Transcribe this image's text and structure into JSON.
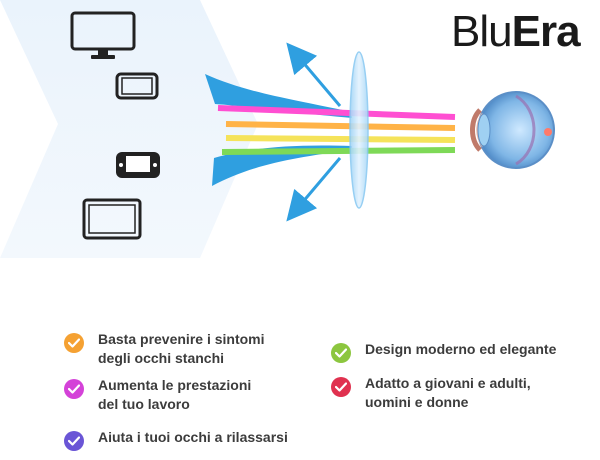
{
  "brand": {
    "part1": "Blu",
    "part2": "Era"
  },
  "features": [
    {
      "lines": [
        "Basta prevenire i sintomi",
        "degli occhi stanchi"
      ],
      "color": "#f5a132"
    },
    {
      "lines": [
        "Aumenta le prestazioni",
        "del tuo lavoro"
      ],
      "color": "#d442d8"
    },
    {
      "lines": [
        "Aiuta i tuoi occhi a rilassarsi"
      ],
      "color": "#6a55d6"
    },
    {
      "lines": [
        "Design moderno ed elegante"
      ],
      "color": "#8cc63f"
    },
    {
      "lines": [
        "Adatto a giovani e adulti,",
        "uomini e donne"
      ],
      "color": "#e0314f"
    }
  ],
  "colors": {
    "chevron_bg": "#e9f2fb",
    "blue_light": "#2f9fe0",
    "ray_pink": "#ff4fd2",
    "ray_orange": "#ffb347",
    "ray_yellow": "#f5e35a",
    "ray_green": "#7ed957",
    "lens": "#bfe3fb"
  },
  "icons": [
    "monitor-icon",
    "smartphone-icon",
    "game-controller-icon",
    "tablet-icon",
    "eye-icon"
  ]
}
